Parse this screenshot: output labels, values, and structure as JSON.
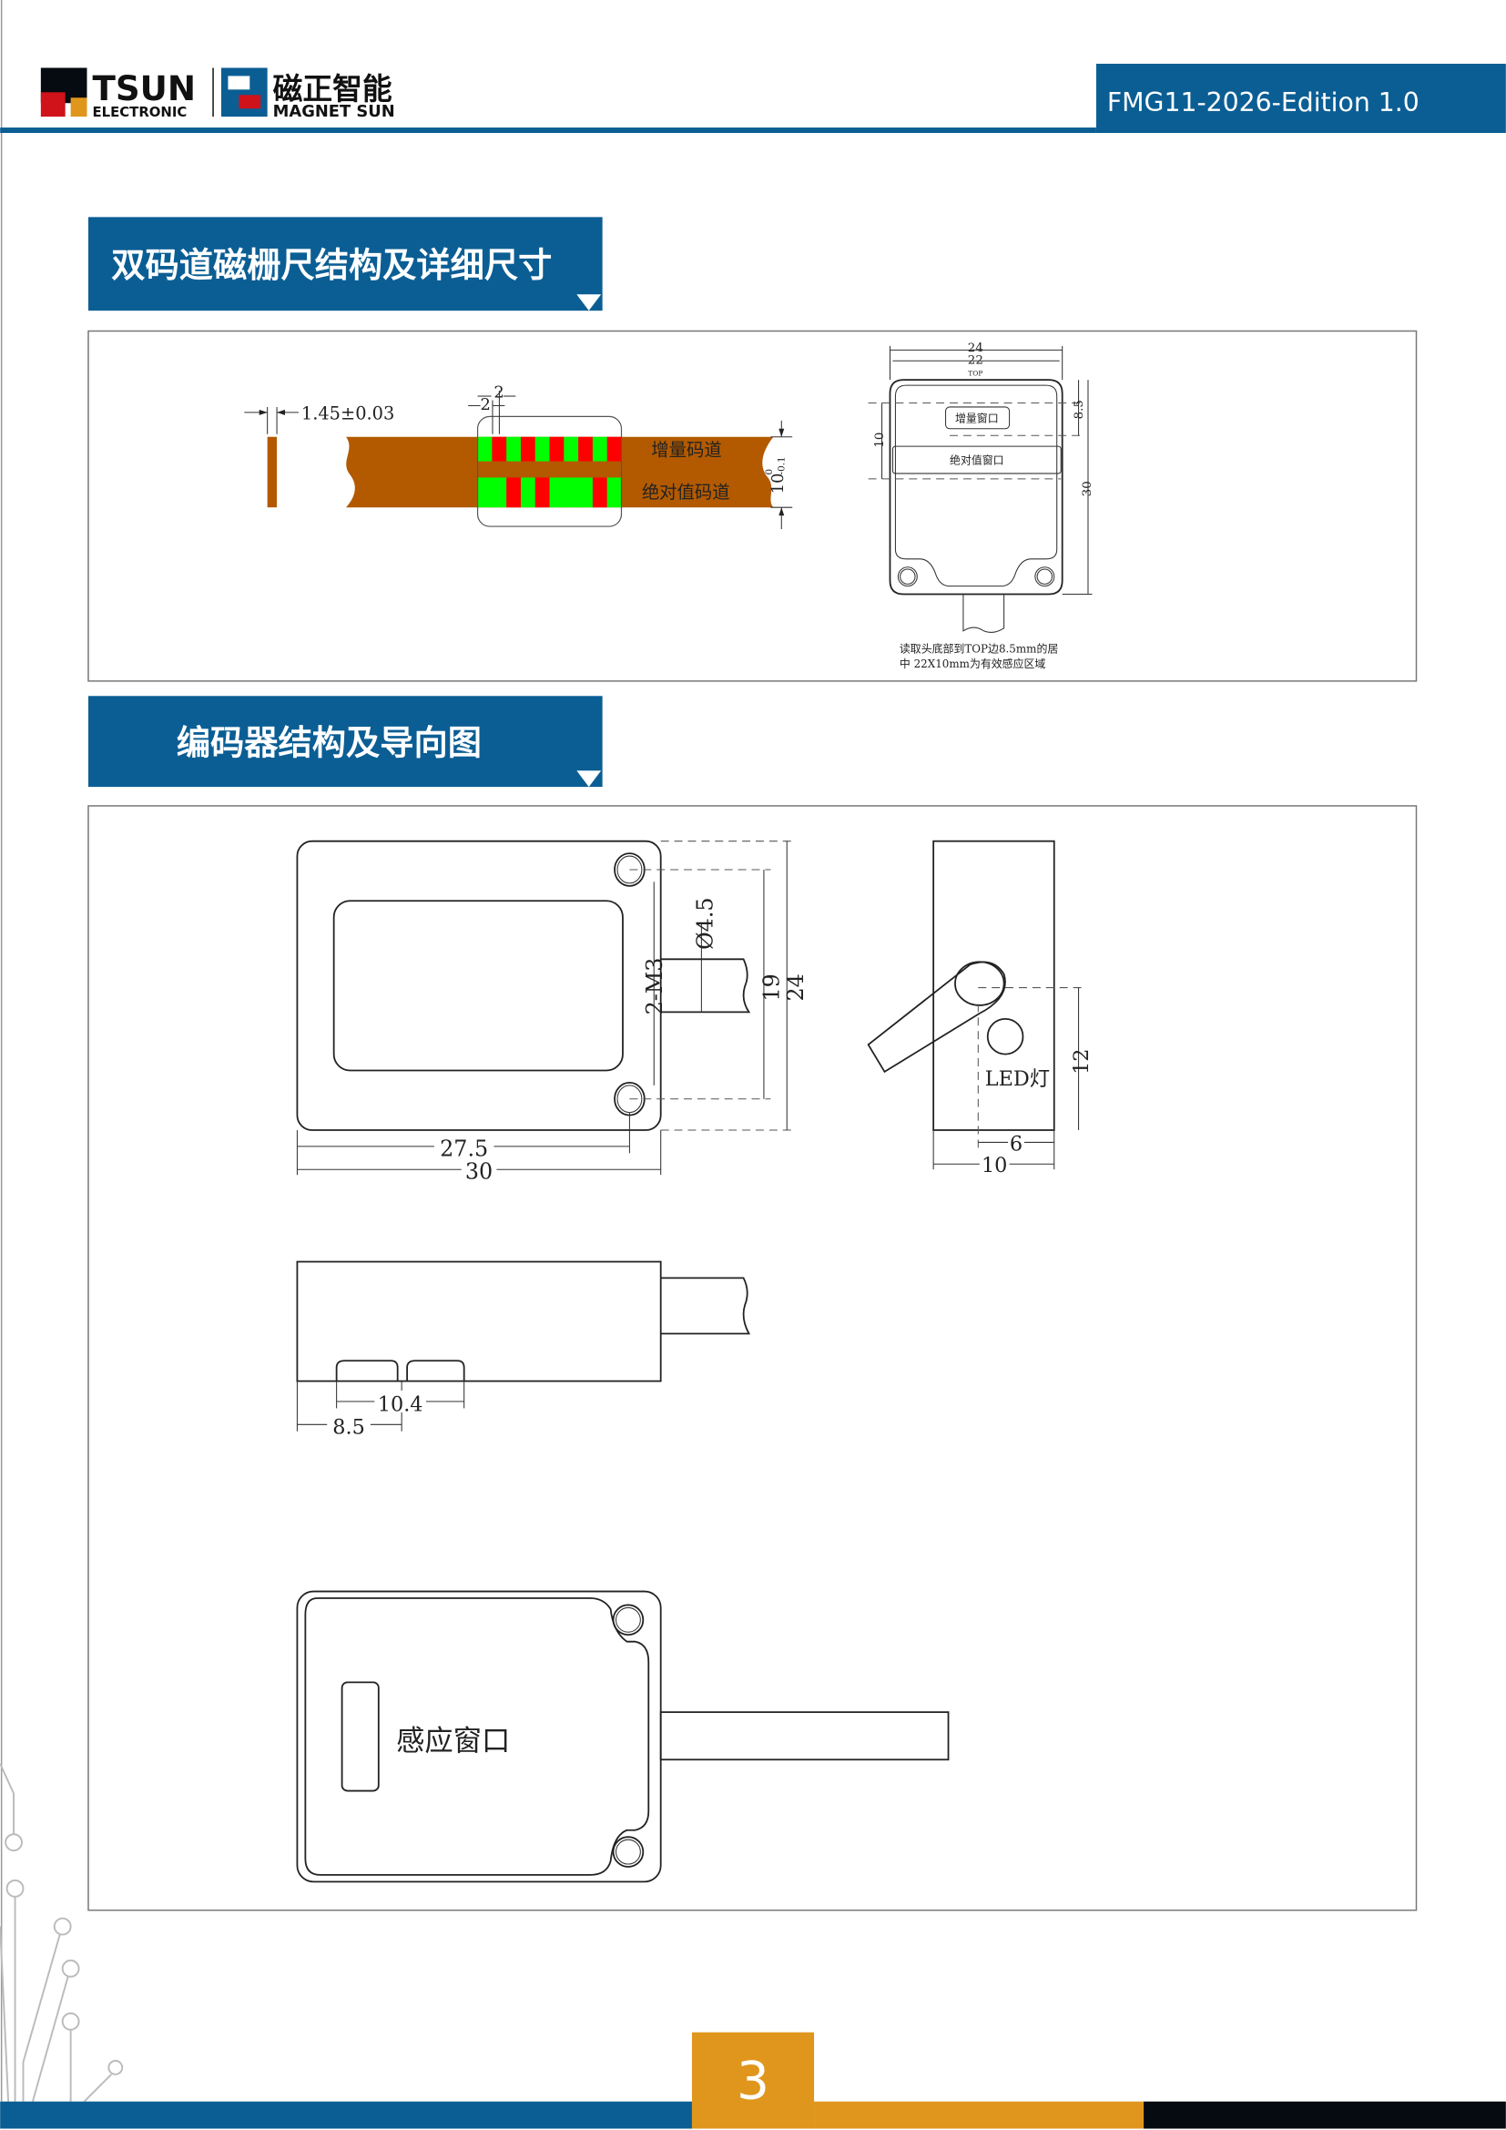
{
  "header": {
    "logo_tsun": "TSUN",
    "logo_electronic": "ELECTRONIC",
    "logo_cn": "磁正智能",
    "logo_magnet": "MAGNET SUN",
    "edition": "FMG11-2026-Edition 1.0"
  },
  "colors": {
    "brand_blue": "#0b5e94",
    "accent_orange": "#e0961c",
    "dark": "#050b10",
    "strip": "#b35a00",
    "green": "#00ff00",
    "red": "#ff0000"
  },
  "section1": {
    "title": "双码道磁栅尺结构及详细尺寸",
    "strip": {
      "thickness": "1.45±0.03",
      "pole_a": "2",
      "pole_b": "2",
      "incremental_label": "增量码道",
      "absolute_label": "绝对值码道",
      "width": "10",
      "tol_upper": "0",
      "tol_lower": "-0.1"
    },
    "head": {
      "dim_24": "24",
      "dim_22": "22",
      "top": "TOP",
      "inc_window": "增量窗口",
      "abs_window": "绝对值窗口",
      "dim_10": "10",
      "dim_85": "8.5",
      "dim_30": "30",
      "note_line1": "读取头底部到TOP边8.5mm的居",
      "note_line2": "中 22X10mm为有效感应区域"
    }
  },
  "section2": {
    "title": "编码器结构及导向图",
    "front": {
      "dia": "Ø4.5",
      "m3": "2-M3",
      "d19": "19",
      "d24": "24",
      "d275": "27.5",
      "d30": "30"
    },
    "side": {
      "led": "LED灯",
      "d12": "12",
      "d6": "6",
      "d10": "10"
    },
    "bottom": {
      "d104": "10.4",
      "d85": "8.5"
    },
    "back": {
      "window": "感应窗口"
    }
  },
  "footer": {
    "page": "3"
  }
}
